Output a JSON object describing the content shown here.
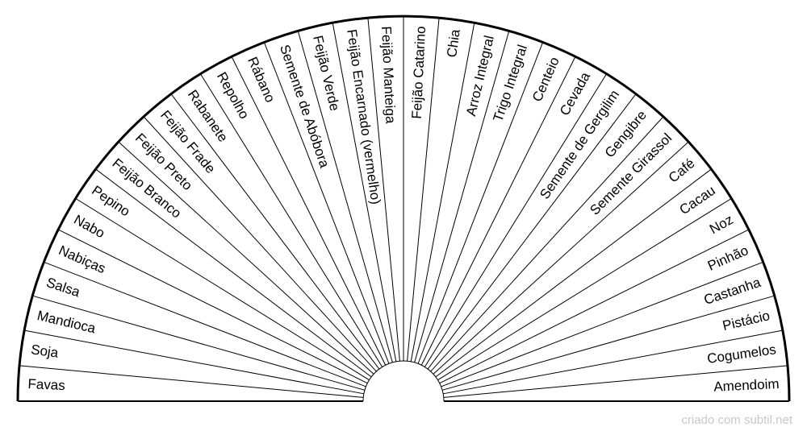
{
  "diagram": {
    "labels": [
      "Favas",
      "Soja",
      "Mandioca",
      "Salsa",
      "Nabiças",
      "Nabo",
      "Pepino",
      "Feijão Branco",
      "Feijão Preto",
      "Feijão Frade",
      "Rabanete",
      "Repolho",
      "Rábano",
      "Semente de Abóbora",
      "Feijão Verde",
      "Feijão Encarnado (vermelho)",
      "Feijão Manteiga",
      "Feijão Catarino",
      "Chia",
      "Arroz Integral",
      "Trigo Integral",
      "Centeio",
      "Cevada",
      "Semente de Gergilim",
      "Gengibre",
      "Semente Girassol",
      "Café",
      "Cacau",
      "Noz",
      "Pinhão",
      "Castanha",
      "Pistácio",
      "Cogumelos",
      "Amendoim"
    ]
  },
  "footer": {
    "credit": "criado com subtil.net"
  }
}
